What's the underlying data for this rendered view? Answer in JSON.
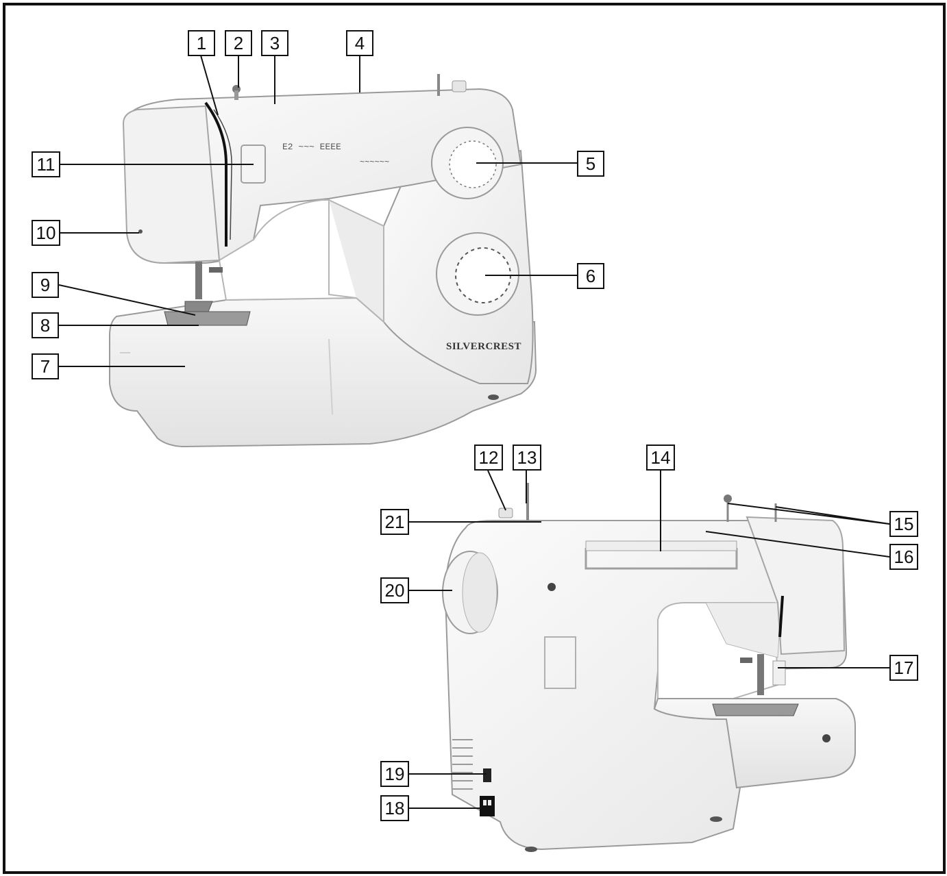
{
  "diagram": {
    "brand_text": "SILVERCREST",
    "callouts": [
      {
        "id": "1",
        "label": "1"
      },
      {
        "id": "2",
        "label": "2"
      },
      {
        "id": "3",
        "label": "3"
      },
      {
        "id": "4",
        "label": "4"
      },
      {
        "id": "5",
        "label": "5"
      },
      {
        "id": "6",
        "label": "6"
      },
      {
        "id": "7",
        "label": "7"
      },
      {
        "id": "8",
        "label": "8"
      },
      {
        "id": "9",
        "label": "9"
      },
      {
        "id": "10",
        "label": "10"
      },
      {
        "id": "11",
        "label": "11"
      },
      {
        "id": "12",
        "label": "12"
      },
      {
        "id": "13",
        "label": "13"
      },
      {
        "id": "14",
        "label": "14"
      },
      {
        "id": "15",
        "label": "15"
      },
      {
        "id": "16",
        "label": "16"
      },
      {
        "id": "17",
        "label": "17"
      },
      {
        "id": "18",
        "label": "18"
      },
      {
        "id": "19",
        "label": "19"
      },
      {
        "id": "20",
        "label": "20"
      },
      {
        "id": "21",
        "label": "21"
      }
    ]
  }
}
